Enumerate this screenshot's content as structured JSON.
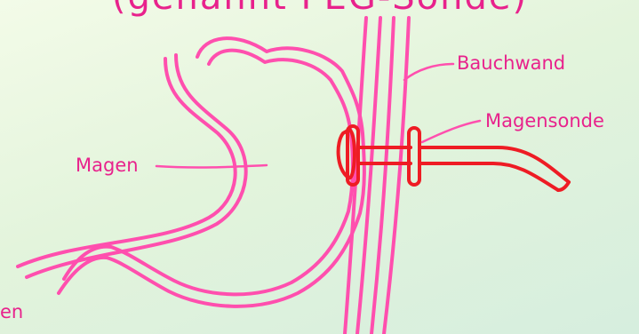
{
  "colors": {
    "anatomy": "#ff4fae",
    "tube": "#ee1c24",
    "text": "#e8228c",
    "background": "#e6f5e0"
  },
  "title_partial": "(genannt PEG-Sonde)",
  "labels": {
    "bauchwand": "Bauchwand",
    "magensonde": "Magensonde",
    "magen": "Magen",
    "cut_off": "en"
  }
}
